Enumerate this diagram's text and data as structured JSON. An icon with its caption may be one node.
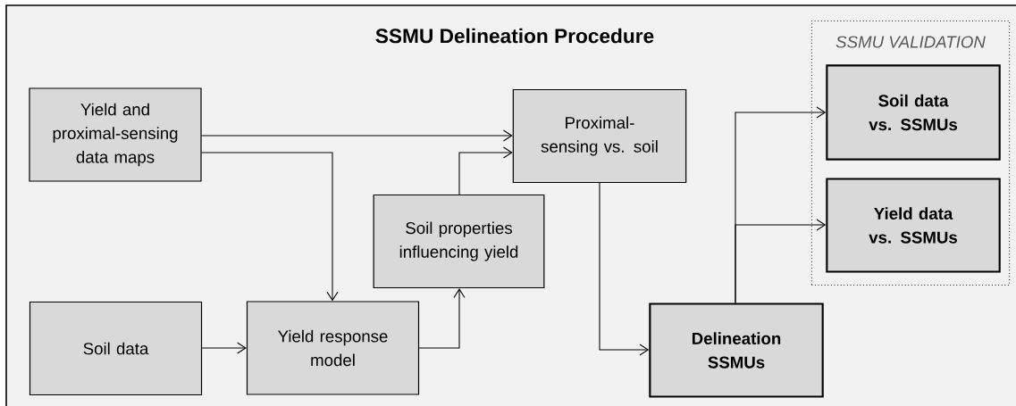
{
  "diagram": {
    "title": "SSMU Delineation Procedure",
    "nodes": [
      {
        "text": [
          "Yield and proximal-sensing data maps"
        ]
      },
      {
        "text": [
          "Proximal-sensing vs. soil"
        ]
      },
      {
        "text": [
          "Soil properties influencing yield"
        ]
      },
      {
        "text": [
          "Soil data"
        ]
      },
      {
        "text": [
          "Yield response model"
        ]
      },
      {
        "text": [
          "Delineation SSMUs"
        ]
      },
      {
        "text": [
          "SSMU VALIDATION"
        ]
      },
      {
        "text": [
          "Soil data vs. SSMUs"
        ],
        "in": 6
      },
      {
        "text": [
          "Yield data vs. SSMUs"
        ],
        "in": 6
      }
    ],
    "edges": [
      {
        "from": 0,
        "to": 1,
        "arrow": "to"
      },
      {
        "from": 0,
        "to": 4,
        "arrow": "to"
      },
      {
        "from": 3,
        "to": 4,
        "arrow": "to"
      },
      {
        "from": 4,
        "to": 2,
        "arrow": "to"
      },
      {
        "from": 2,
        "to": 1,
        "arrow": "to"
      },
      {
        "from": 1,
        "to": 5,
        "arrow": "to"
      },
      {
        "from": 5,
        "to": 7,
        "arrow": "to"
      },
      {
        "from": 5,
        "to": 8,
        "arrow": "to"
      }
    ]
  }
}
